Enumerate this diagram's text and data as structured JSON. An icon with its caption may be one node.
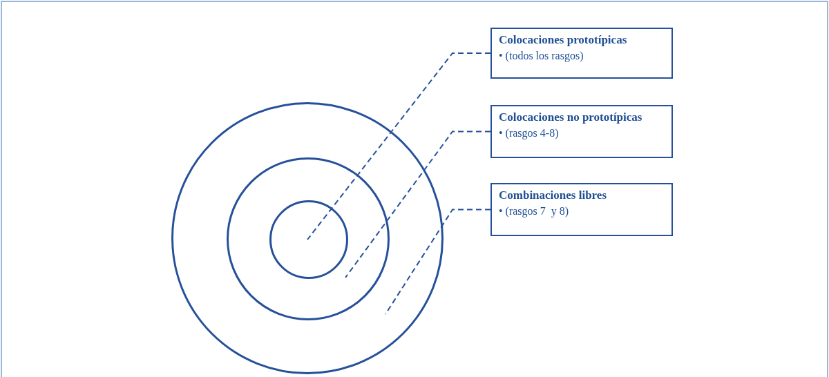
{
  "diagram": {
    "nodes": [
      {
        "text": [],
        "shape": "circle"
      },
      {
        "text": [],
        "shape": "circle",
        "in": 0
      },
      {
        "text": [],
        "shape": "circle",
        "in": 1
      },
      {
        "text": [
          "Colocaciones prototípicas",
          "• (todos los rasgos)"
        ]
      },
      {
        "text": [
          "Colocaciones no prototípicas",
          "• (rasgos 4-8)"
        ]
      },
      {
        "text": [
          "Combinaciones libres",
          "• (rasgos 7  y 8)"
        ]
      }
    ],
    "edges": [
      {
        "from": 3,
        "to": 2,
        "arrow": "none",
        "style": "dashed"
      },
      {
        "from": 4,
        "to": 1,
        "arrow": "none",
        "style": "dashed"
      },
      {
        "from": 5,
        "to": 0,
        "arrow": "none",
        "style": "dashed"
      }
    ]
  }
}
